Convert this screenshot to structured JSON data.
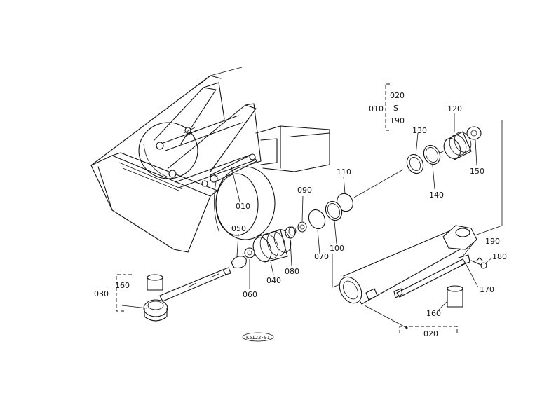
{
  "diagram": {
    "callouts": {
      "c010_main": "010",
      "c010_group": "010",
      "c020_top": "020",
      "c_range_sep": "S",
      "c190_top": "190",
      "c120": "120",
      "c130": "130",
      "c140": "140",
      "c150": "150",
      "c110": "110",
      "c090": "090",
      "c100": "100",
      "c070": "070",
      "c080": "080",
      "c050": "050",
      "c060": "060",
      "c040": "040",
      "c030": "030",
      "c160_rod": "160",
      "c190_right": "190",
      "c180": "180",
      "c170": "170",
      "c160_tube": "160",
      "c020_bottom": "020"
    },
    "drawing_code": "K5I22-01"
  }
}
